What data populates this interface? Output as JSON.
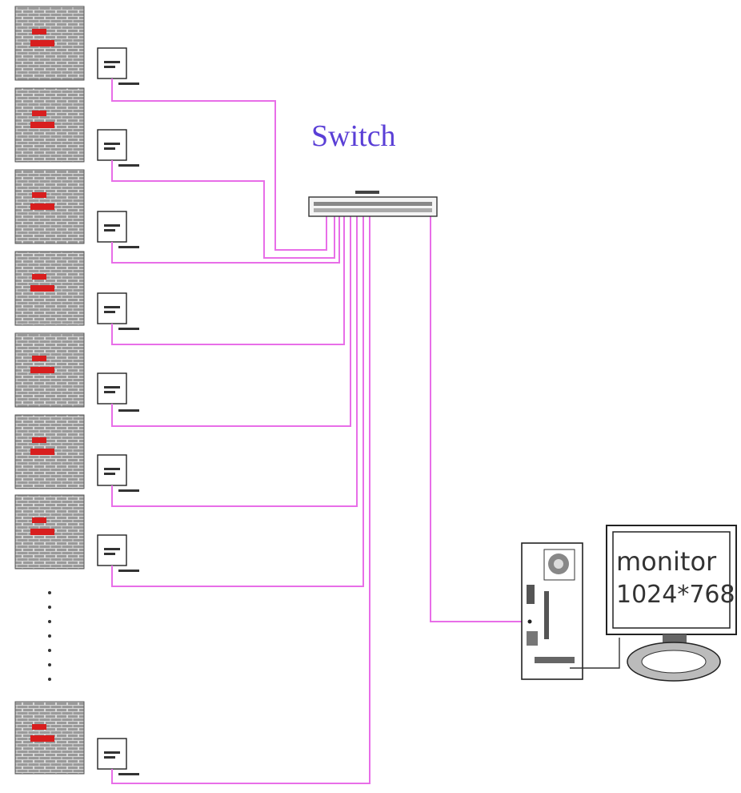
{
  "switch_label": "Switch",
  "monitor": {
    "line1": "monitor",
    "line2": "1024*768"
  },
  "colors": {
    "cable": "#e86ee8",
    "brick": "#8c8c8c",
    "brick_text": "#d81e1e",
    "switch_label": "#5a3fd6"
  }
}
